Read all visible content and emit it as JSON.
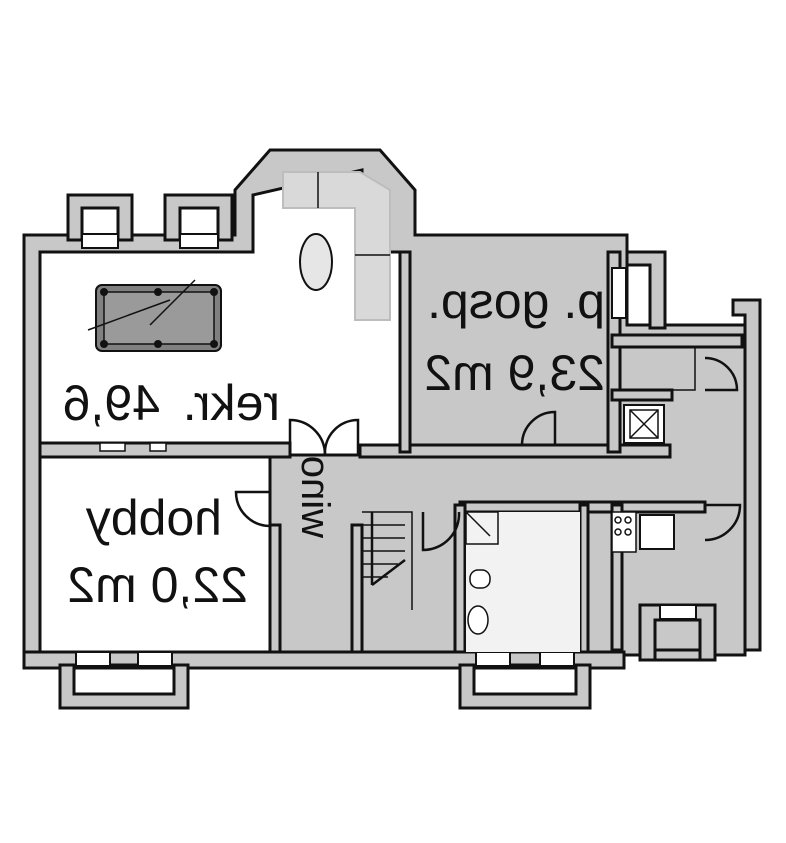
{
  "rooms": {
    "rekr": {
      "name": "rekr.",
      "area": "49,6"
    },
    "hobby": {
      "name": "hobby",
      "area": "22,0 m2"
    },
    "gosp": {
      "name": "p. gosp.",
      "area": "23,9 m2"
    },
    "wino": {
      "name": "wino"
    }
  },
  "colors": {
    "wall_fill": "#c8c8c8",
    "outline": "#111111",
    "background": "#ffffff"
  }
}
